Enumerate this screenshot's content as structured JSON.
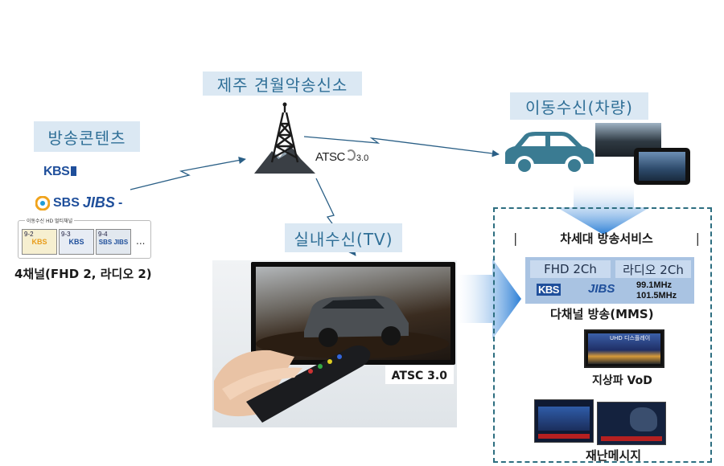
{
  "labels": {
    "broadcast_content": "방송콘텐츠",
    "transmitter": "제주 견월악송신소",
    "mobile_reception": "이동수신(차량)",
    "indoor_reception": "실내수신(TV)",
    "next_gen_services": "차세대 방송서비스",
    "channels_4": "4채널(FHD 2,  라디오 2)",
    "mms": "다채널 방송(MMS)",
    "vod": "지상파 VoD",
    "disaster": "재난메시지"
  },
  "logos": {
    "kbs": "KBS",
    "sbs": "SBS",
    "jibs": "JIBS",
    "atsc_tower": "ATSC",
    "atsc_tower_version": "3.0",
    "atsc_tv": "ATSC 3.0"
  },
  "channel_strip": {
    "caption": "이동수신 HD 멀티채널",
    "thumbs": [
      "9-2",
      "9-3",
      "9-4"
    ],
    "thumb_logos": [
      "KBS",
      "KBS",
      "SBS JIBS"
    ],
    "ellipsis": "..."
  },
  "mms_box": {
    "fhd": "FHD 2Ch",
    "radio": "라디오 2Ch",
    "kbs": "KBS",
    "jibs": "JIBS",
    "freq1": "99.1MHz",
    "freq2": "101.5MHz"
  },
  "vod_banner": "UHD 디스플레이",
  "icons": [
    "broadcast-tower-icon",
    "car-icon",
    "tablet-icon",
    "tv-remote-icon",
    "arrow-icon"
  ],
  "colors": {
    "label_bg": "#dbe8f3",
    "label_text": "#2f6f97",
    "panel_border": "#2d6e80",
    "arrow_blue": "#2c7fd6",
    "car": "#3a7b92",
    "mms_bg": "#a9c3e2"
  }
}
